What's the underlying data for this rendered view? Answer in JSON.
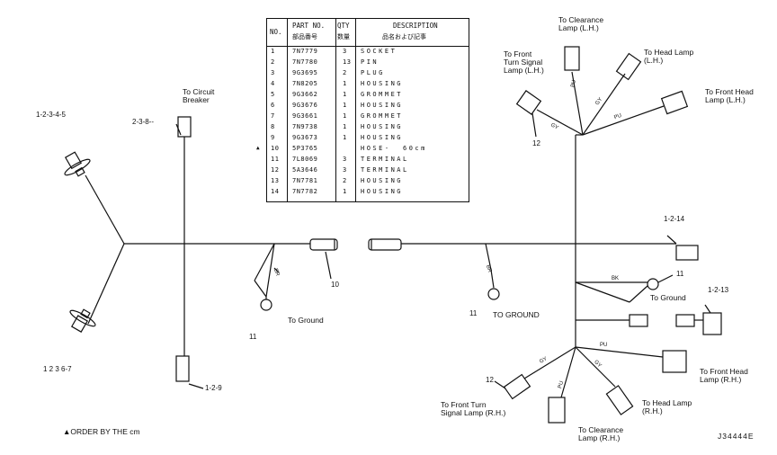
{
  "table": {
    "headers": {
      "no": "NO.",
      "part_no": "PART NO.",
      "qty": "QTY",
      "description": "DESCRIPTION",
      "sub_part_no": "部品番号",
      "sub_qty": "数量",
      "sub_desc": "品名および記事"
    },
    "rows": [
      {
        "no": "1",
        "part": "7N7779",
        "qty": "3",
        "desc": "SOCKET"
      },
      {
        "no": "2",
        "part": "7N7780",
        "qty": "13",
        "desc": "PIN"
      },
      {
        "no": "3",
        "part": "9G3695",
        "qty": "2",
        "desc": "PLUG"
      },
      {
        "no": "4",
        "part": "7N8205",
        "qty": "1",
        "desc": "HOUSING"
      },
      {
        "no": "5",
        "part": "9G3662",
        "qty": "1",
        "desc": "GROMMET"
      },
      {
        "no": "6",
        "part": "9G3676",
        "qty": "1",
        "desc": "HOUSING"
      },
      {
        "no": "7",
        "part": "9G3661",
        "qty": "1",
        "desc": "GROMMET"
      },
      {
        "no": "8",
        "part": "7N9738",
        "qty": "1",
        "desc": "HOUSING"
      },
      {
        "no": "9",
        "part": "9G3673",
        "qty": "1",
        "desc": "HOUSING"
      },
      {
        "no": "10",
        "part": "5P3765",
        "qty": "",
        "desc": "HOSE-  60cm",
        "marked": true
      },
      {
        "no": "11",
        "part": "7L8069",
        "qty": "3",
        "desc": "TERMINAL"
      },
      {
        "no": "12",
        "part": "5A3646",
        "qty": "3",
        "desc": "TERMINAL"
      },
      {
        "no": "13",
        "part": "7N7781",
        "qty": "2",
        "desc": "HOUSING"
      },
      {
        "no": "14",
        "part": "7N7782",
        "qty": "1",
        "desc": "HOUSING"
      }
    ]
  },
  "labels": {
    "to_circuit_breaker": "To Circuit\nBreaker",
    "c_1_2_3_4_5": "1-2-3-4-5",
    "c_2_3_8": "2-3-8--",
    "c_1_2_3_6_7": "1 2 3 6-7",
    "c_1_2_9": "1-2-9",
    "to_ground_left": "To Ground",
    "n11_left": "11",
    "n10": "10",
    "clearance_lamp_lh": "To Clearance\nLamp (L.H.)",
    "head_lamp_lh": "To Head Lamp\n(L.H.)",
    "front_turn_lh": "To Front\nTurn Signal\nLamp (L.H.)",
    "front_head_lamp_lh": "To Front Head\nLamp (L.H.)",
    "n12_top": "12",
    "c_1_2_14": "1-2-14",
    "n11_right": "11",
    "to_ground_right": "To Ground",
    "c_1_2_13": "1-2-13",
    "n11_mid": "11",
    "to_ground_mid": "TO GROUND",
    "n12_bottom": "12",
    "front_turn_rh": "To Front Turn\nSignal Lamp (R.H.)",
    "clearance_lamp_rh": "To Clearance\nLamp (R.H.)",
    "head_lamp_rh": "To Head Lamp\n(R.H.)",
    "front_head_lamp_rh": "To Front Head\nLamp (R.H.)",
    "order_note": "▲ORDER BY THE cm",
    "drawing_id": "J34444E"
  },
  "wire_codes": {
    "pu": "PU",
    "gy": "GY",
    "bk": "BK",
    "br": "BR"
  }
}
